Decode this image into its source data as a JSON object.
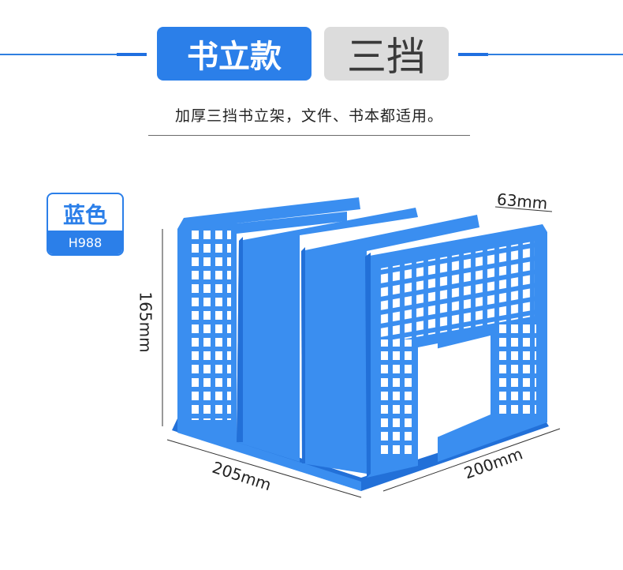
{
  "header": {
    "style_label": "书立款",
    "tier_label": "三挡"
  },
  "subtitle": "加厚三挡书立架，文件、书本都适用。",
  "color_badge": {
    "name": "蓝色",
    "code": "H988"
  },
  "dimensions": {
    "depth": "63mm",
    "height": "165mm",
    "width": "205mm",
    "length": "200mm"
  },
  "colors": {
    "accent": "#2b7fe9",
    "product_blue": "#3a8ef0",
    "product_dark": "#2270d8",
    "gray_pill": "#dcdcdc"
  }
}
